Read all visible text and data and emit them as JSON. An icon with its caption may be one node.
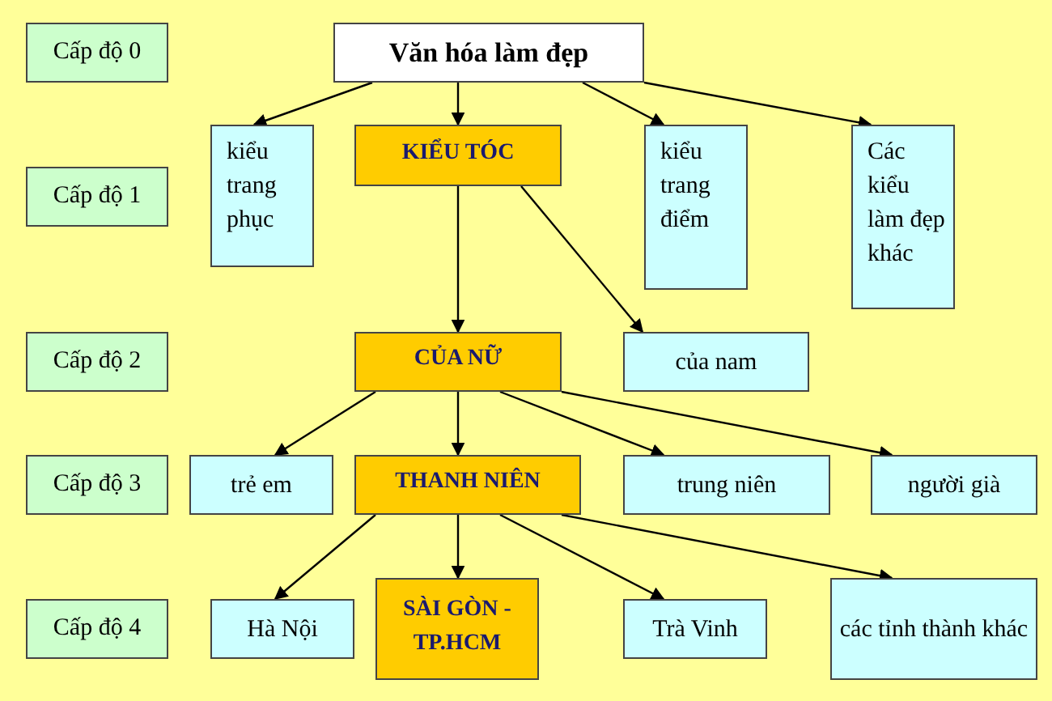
{
  "diagram": {
    "nodes": [
      {
        "text": [
          "Cấp độ 0"
        ]
      },
      {
        "text": [
          "Cấp độ 1"
        ]
      },
      {
        "text": [
          "Cấp độ 2"
        ]
      },
      {
        "text": [
          "Cấp độ 3"
        ]
      },
      {
        "text": [
          "Cấp độ 4"
        ]
      },
      {
        "text": [
          "Văn hóa làm đẹp"
        ]
      },
      {
        "text": [
          "kiểu trang phục"
        ]
      },
      {
        "text": [
          "KIỂU TÓC"
        ]
      },
      {
        "text": [
          "kiểu trang điểm"
        ]
      },
      {
        "text": [
          "Các kiểu làm đẹp khác"
        ]
      },
      {
        "text": [
          "CỦA NỮ"
        ]
      },
      {
        "text": [
          "của nam"
        ]
      },
      {
        "text": [
          "trẻ em"
        ]
      },
      {
        "text": [
          "THANH NIÊN"
        ]
      },
      {
        "text": [
          "trung niên"
        ]
      },
      {
        "text": [
          "người già"
        ]
      },
      {
        "text": [
          "Hà Nội"
        ]
      },
      {
        "text": [
          "SÀI GÒN - TP.HCM"
        ]
      },
      {
        "text": [
          "Trà Vinh"
        ]
      },
      {
        "text": [
          "các tỉnh thành khác"
        ]
      }
    ],
    "edges": [
      {
        "from": 5,
        "to": 6,
        "arrow": "to"
      },
      {
        "from": 5,
        "to": 7,
        "arrow": "to"
      },
      {
        "from": 5,
        "to": 8,
        "arrow": "to"
      },
      {
        "from": 5,
        "to": 9,
        "arrow": "to"
      },
      {
        "from": 7,
        "to": 10,
        "arrow": "to"
      },
      {
        "from": 7,
        "to": 11,
        "arrow": "to"
      },
      {
        "from": 10,
        "to": 12,
        "arrow": "to"
      },
      {
        "from": 10,
        "to": 13,
        "arrow": "to"
      },
      {
        "from": 10,
        "to": 14,
        "arrow": "to"
      },
      {
        "from": 10,
        "to": 15,
        "arrow": "to"
      },
      {
        "from": 13,
        "to": 16,
        "arrow": "to"
      },
      {
        "from": 13,
        "to": 17,
        "arrow": "to"
      },
      {
        "from": 13,
        "to": 18,
        "arrow": "to"
      },
      {
        "from": 13,
        "to": 19,
        "arrow": "to"
      }
    ]
  }
}
